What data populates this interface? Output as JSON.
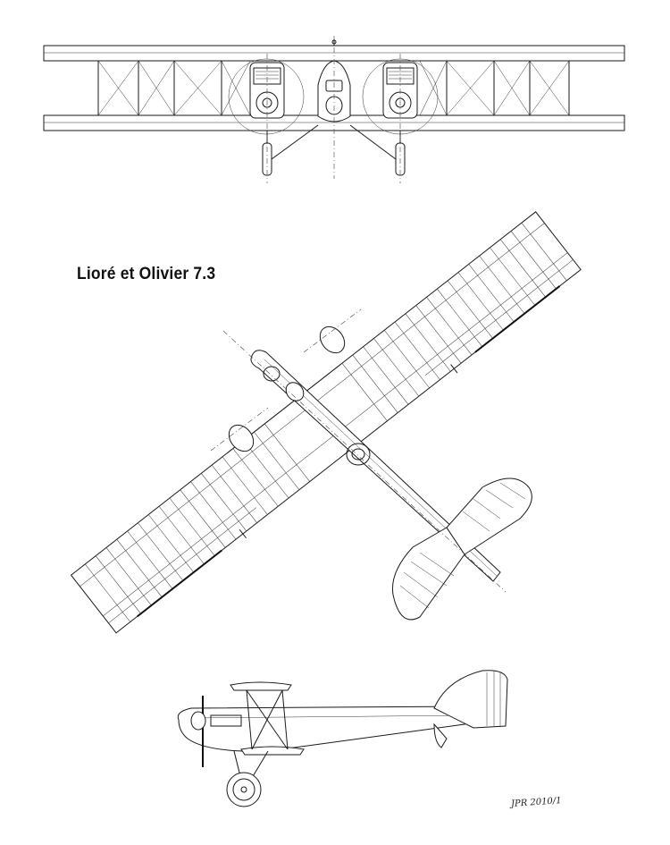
{
  "title": "Lioré et Olivier 7.3",
  "signature": "JPR 2010/1",
  "views": [
    {
      "name": "front",
      "icon": "front-view-drawing"
    },
    {
      "name": "top",
      "icon": "top-view-drawing"
    },
    {
      "name": "side",
      "icon": "side-view-drawing"
    }
  ]
}
